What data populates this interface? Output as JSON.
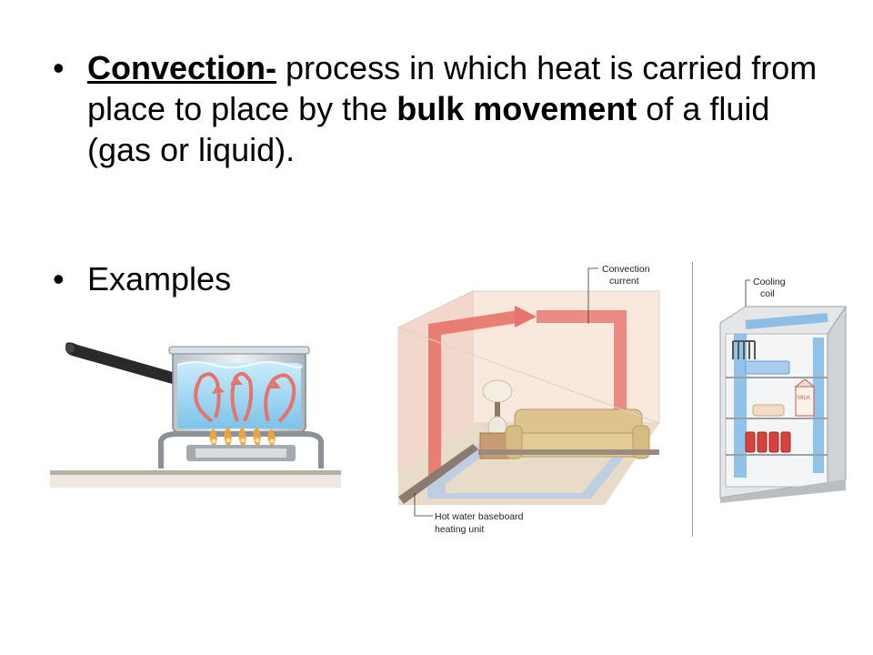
{
  "bullets": [
    {
      "marker": "•",
      "term": "Convection-",
      "text_1": " process in which heat is carried from place to place by the ",
      "bold_1": "bulk movement",
      "text_2": " of a fluid (gas or liquid)."
    },
    {
      "marker": "•",
      "text": "Examples"
    }
  ],
  "room_labels": {
    "convection_1": "Convection",
    "convection_2": "current",
    "heater_1": "Hot water baseboard",
    "heater_2": "heating unit"
  },
  "fridge_labels": {
    "coil_1": "Cooling",
    "coil_2": "coil",
    "milk": "MILK"
  },
  "colors": {
    "arrow_red": "#e8736a",
    "water_blue": "#8fd0ee",
    "flame_orange": "#f2a23a",
    "cold_blue": "#6fb1e6"
  }
}
